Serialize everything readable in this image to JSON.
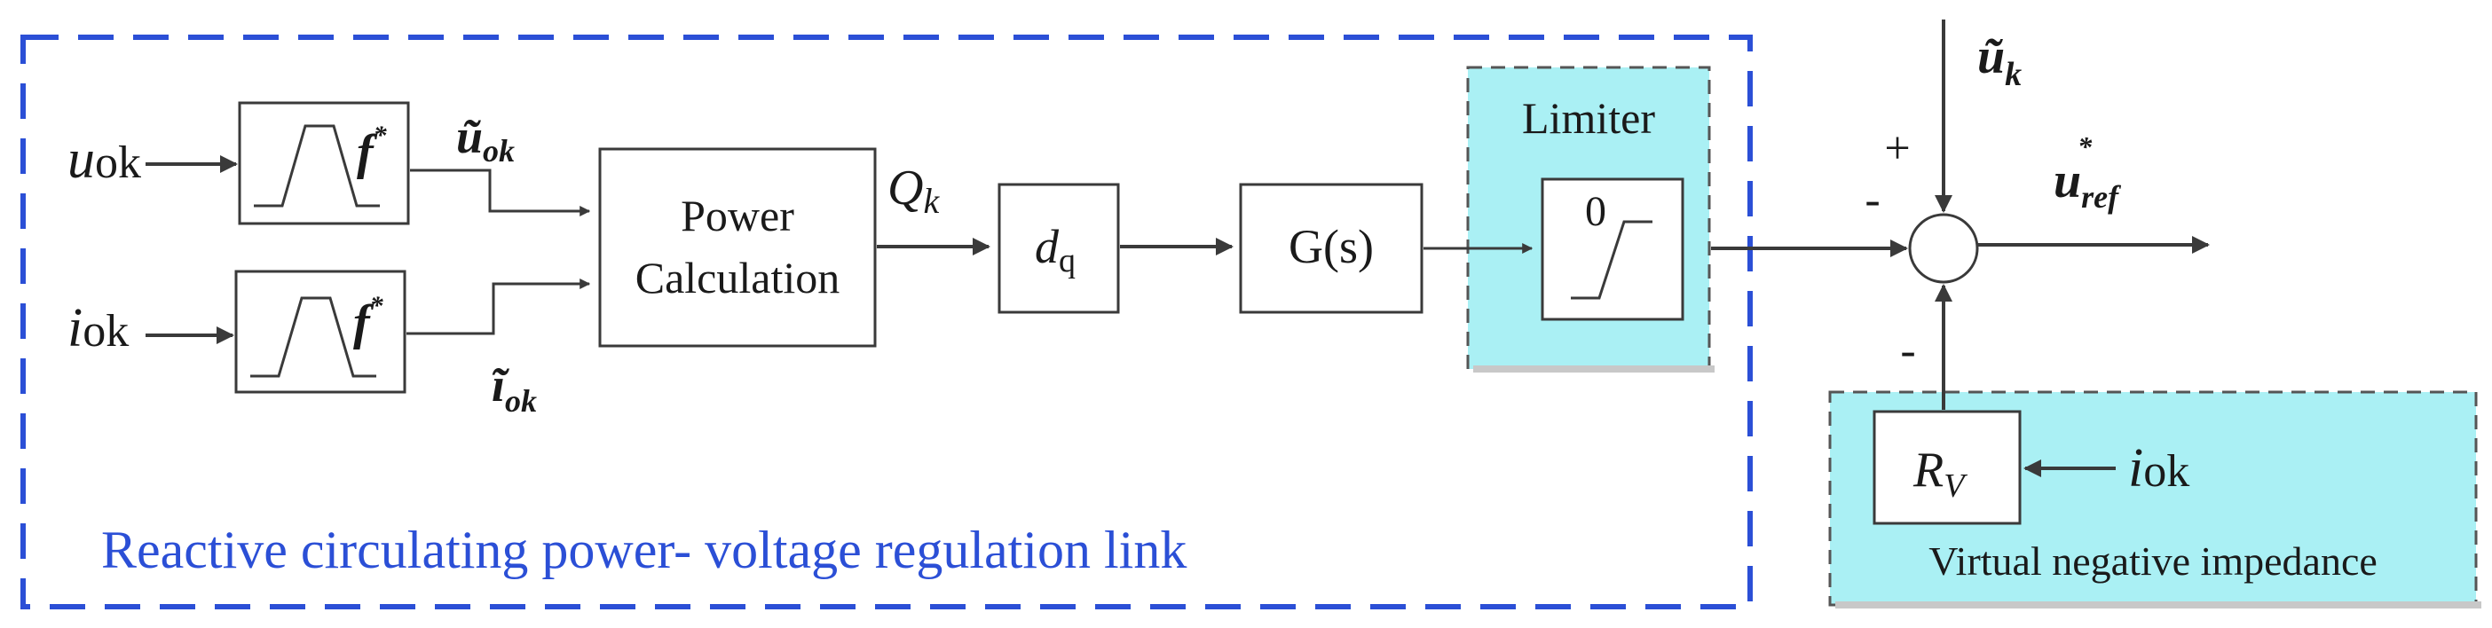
{
  "signals": {
    "u_ok": "u",
    "u_ok_sub": "ok",
    "i_ok": "i",
    "i_ok_sub": "ok",
    "u_tilde": "ũ",
    "u_tilde_sub": "ok",
    "i_tilde": "ĩ",
    "i_tilde_sub": "ok",
    "Q": "Q",
    "Q_sub": "k",
    "u_k_tilde": "ũ",
    "u_k_sub": "k",
    "u_ref": "u",
    "u_ref_sub": "ref",
    "u_ref_sup": "*",
    "i_ok_right": "i",
    "i_ok_right_sub": "ok"
  },
  "filter": {
    "label": "f",
    "sup": "*"
  },
  "blocks": {
    "power_calc_line1": "Power",
    "power_calc_line2": "Calculation",
    "dq": "d",
    "dq_sub": "q",
    "gs": "G(s)",
    "limiter_title": "Limiter",
    "limiter_zero": "0",
    "rv": "R",
    "rv_sub": "V"
  },
  "signs": {
    "plus_top": "+",
    "minus_left": "-",
    "minus_bottom": "-"
  },
  "regions": {
    "reactive_link_label": "Reactive circulating power- voltage regulation link",
    "virtual_impedance_label": "Virtual negative impedance"
  },
  "colors": {
    "dashed_blue": "#2b4fd6",
    "cyan_fill": "#aaf0f4",
    "line": "#3a3a3a"
  }
}
